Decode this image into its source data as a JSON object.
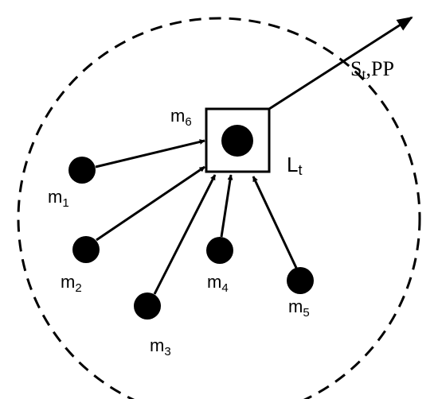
{
  "colors": {
    "ink": "#000000",
    "background": "#ffffff"
  },
  "leader": {
    "label": "m",
    "index": "6"
  },
  "members": [
    {
      "label": "m",
      "index": "1"
    },
    {
      "label": "m",
      "index": "2"
    },
    {
      "label": "m",
      "index": "3"
    },
    {
      "label": "m",
      "index": "4"
    },
    {
      "label": "m",
      "index": "5"
    }
  ],
  "box_label": {
    "main": "L",
    "sub": "t"
  },
  "output_label": {
    "main": "S",
    "sub": "t",
    "rest": ",PP"
  }
}
